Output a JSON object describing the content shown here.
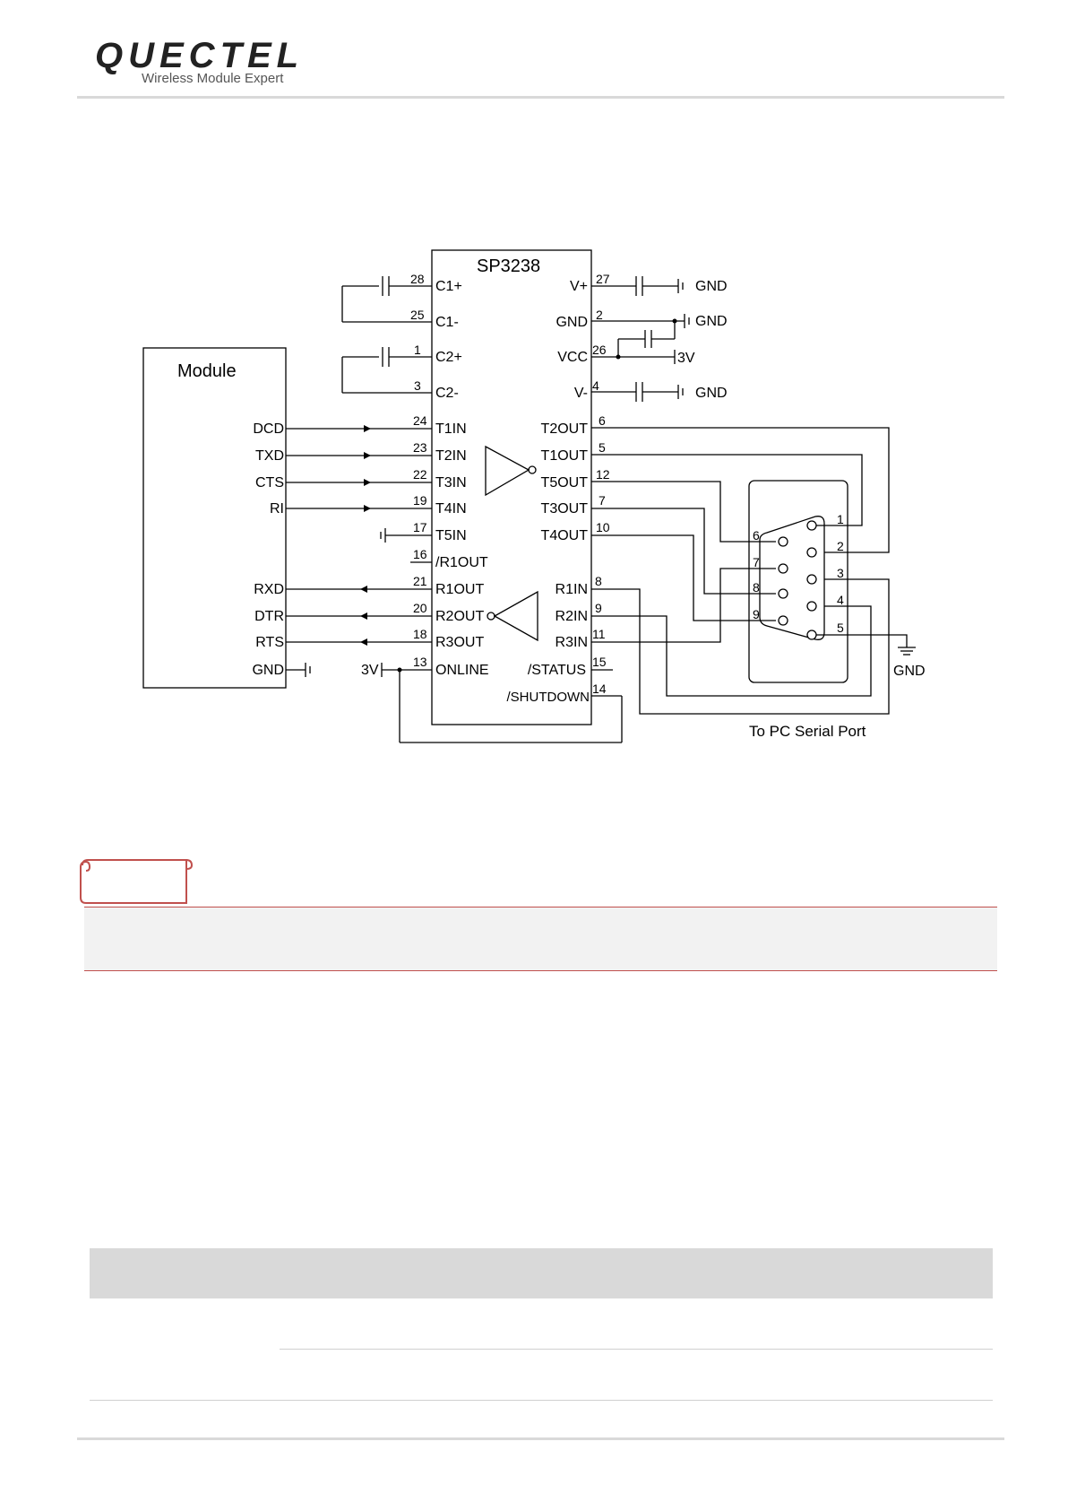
{
  "header": {
    "logo_main": "QUECTEL",
    "logo_sub": "Wireless Module Expert"
  },
  "schematic": {
    "ic_name": "SP3238",
    "module_label": "Module",
    "pc_label": "To PC Serial Port",
    "gnd": "GND",
    "v3": "3V",
    "left_pins": [
      {
        "num": "28",
        "name": "C1+"
      },
      {
        "num": "25",
        "name": "C1-"
      },
      {
        "num": "1",
        "name": "C2+"
      },
      {
        "num": "3",
        "name": "C2-"
      },
      {
        "num": "24",
        "name": "T1IN"
      },
      {
        "num": "23",
        "name": "T2IN"
      },
      {
        "num": "22",
        "name": "T3IN"
      },
      {
        "num": "19",
        "name": "T4IN"
      },
      {
        "num": "17",
        "name": "T5IN"
      },
      {
        "num": "16",
        "name": "/R1OUT"
      },
      {
        "num": "21",
        "name": "R1OUT"
      },
      {
        "num": "20",
        "name": "R2OUT"
      },
      {
        "num": "18",
        "name": "R3OUT"
      },
      {
        "num": "13",
        "name": "ONLINE"
      }
    ],
    "right_pins": [
      {
        "num": "27",
        "name": "V+"
      },
      {
        "num": "2",
        "name": "GND"
      },
      {
        "num": "26",
        "name": "VCC"
      },
      {
        "num": "4",
        "name": "V-"
      },
      {
        "num": "6",
        "name": "T2OUT"
      },
      {
        "num": "5",
        "name": "T1OUT"
      },
      {
        "num": "12",
        "name": "T5OUT"
      },
      {
        "num": "7",
        "name": "T3OUT"
      },
      {
        "num": "10",
        "name": "T4OUT"
      },
      {
        "num": "8",
        "name": "R1IN"
      },
      {
        "num": "9",
        "name": "R2IN"
      },
      {
        "num": "11",
        "name": "R3IN"
      },
      {
        "num": "15",
        "name": "/STATUS"
      },
      {
        "num": "14",
        "name": "/SHUTDOWN"
      }
    ],
    "module_pins": [
      "DCD",
      "TXD",
      "CTS",
      "RI",
      "RXD",
      "DTR",
      "RTS",
      "GND"
    ],
    "db9_pins": [
      "1",
      "2",
      "3",
      "4",
      "5",
      "6",
      "7",
      "8",
      "9"
    ]
  }
}
